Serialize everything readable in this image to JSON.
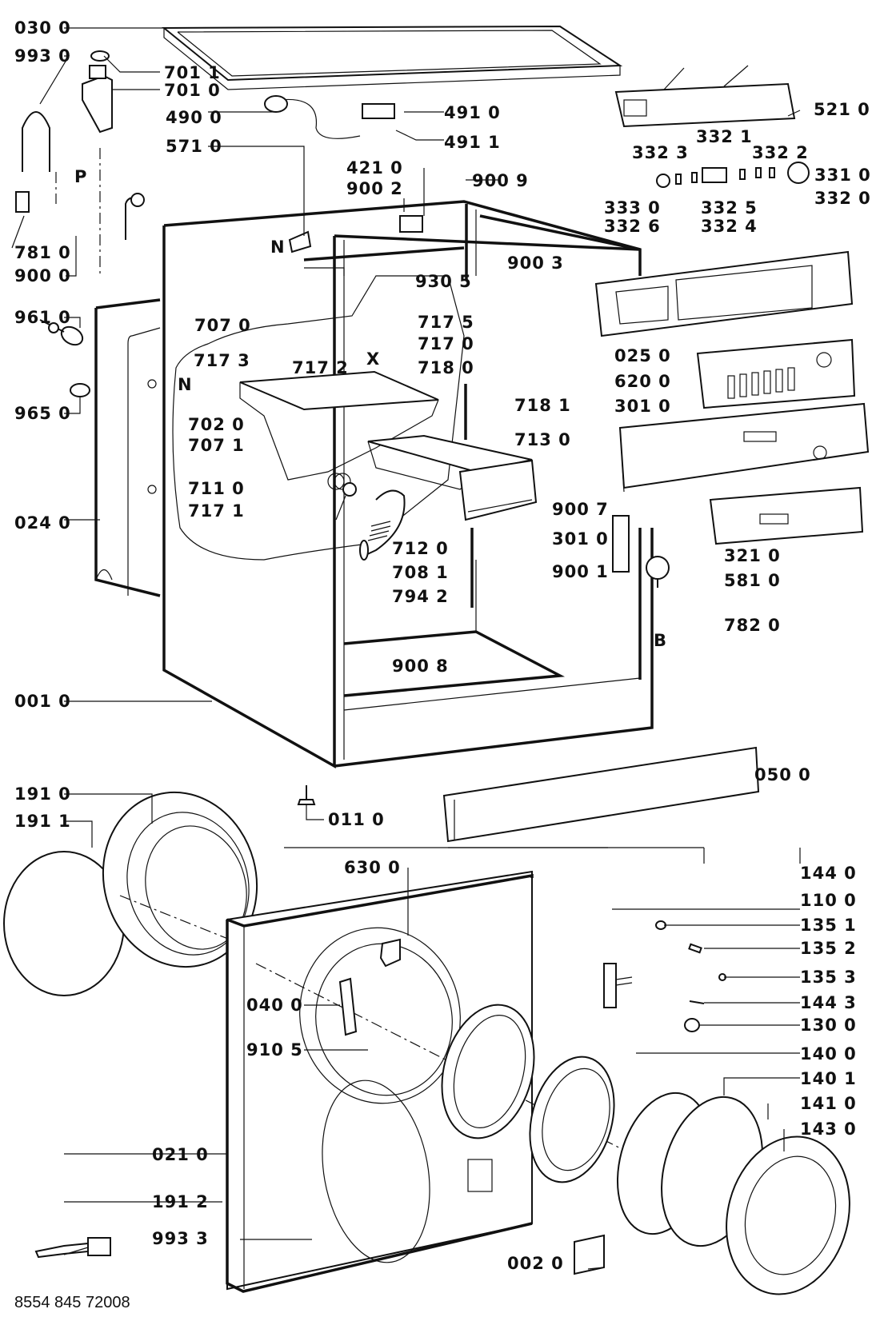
{
  "diagram": {
    "title": "Washing machine exploded parts diagram",
    "footer_code": "8554 845 72008",
    "letters": {
      "N1": "N",
      "N2": "N",
      "P": "P",
      "X": "X",
      "B": "B"
    },
    "labels": {
      "l0300": "030 0",
      "l9930": "993 0",
      "l7011": "701 1",
      "l7010": "701 0",
      "l4900": "490 0",
      "l4910": "491 0",
      "l4911": "491 1",
      "l5710": "571 0",
      "l5210": "521 0",
      "l3321": "332 1",
      "l3323": "332 3",
      "l3322": "332 2",
      "l3310": "331 0",
      "l3320": "332 0",
      "l3330": "333 0",
      "l3326": "332 6",
      "l3325": "332 5",
      "l3324": "332 4",
      "l4210": "421 0",
      "l9002": "900 2",
      "l9009": "900 9",
      "l7810": "781 0",
      "l9000": "900 0",
      "l9003": "900 3",
      "l9305": "930 5",
      "l9610": "961 0",
      "l7070": "707 0",
      "l7175": "717 5",
      "l7170": "717 0",
      "l7173": "717 3",
      "l7172": "717 2",
      "l7180": "718 0",
      "l0250": "025 0",
      "l6200": "620 0",
      "l3010a": "301 0",
      "l7181": "718 1",
      "l9650": "965 0",
      "l7020": "702 0",
      "l7071": "707 1",
      "l7130": "713 0",
      "l7110": "711 0",
      "l7171": "717 1",
      "l0240": "024 0",
      "l9007": "900 7",
      "l3010b": "301 0",
      "l7120": "712 0",
      "l3210": "321 0",
      "l9001": "900 1",
      "l7081": "708 1",
      "l5810": "581 0",
      "l7942": "794 2",
      "l7820": "782 0",
      "l9008": "900 8",
      "l0010": "001 0",
      "l0500": "050 0",
      "l1910": "191 0",
      "l0110": "011 0",
      "l1911": "191 1",
      "l6300": "630 0",
      "l1440": "144 0",
      "l1100": "110 0",
      "l1351": "135 1",
      "l1352": "135 2",
      "l1353": "135 3",
      "l0400": "040 0",
      "l1443": "144 3",
      "l1300": "130 0",
      "l9105": "910 5",
      "l1400": "140 0",
      "l1401": "140 1",
      "l1410": "141 0",
      "l1430": "143 0",
      "l0210": "021 0",
      "l1912": "191 2",
      "l9933": "993 3",
      "l0020": "002 0"
    }
  }
}
